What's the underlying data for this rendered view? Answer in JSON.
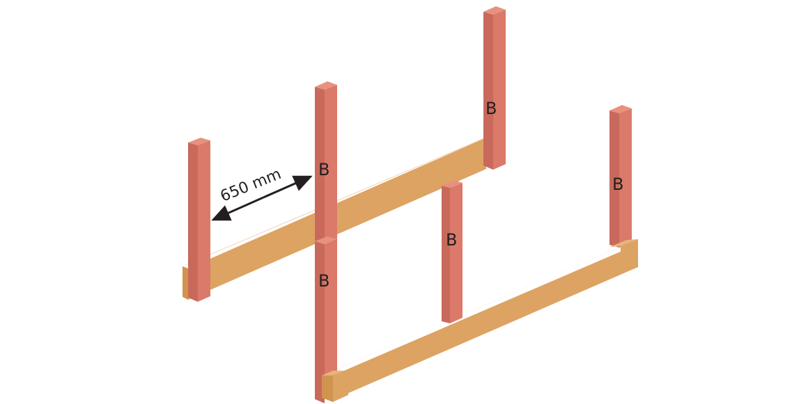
{
  "diagram": {
    "type": "isometric-framing-illustration",
    "colors": {
      "post_front": "#db7a6a",
      "post_side": "#c9695b",
      "post_top": "#e8917f",
      "beam_front": "#dda363",
      "beam_top": "#e6b47a",
      "beam_end": "#d0944f",
      "arrow": "#231f20",
      "text": "#231f20"
    },
    "dimension": {
      "label": "650 mm"
    },
    "posts": [
      {
        "id": "left-back",
        "label": ""
      },
      {
        "id": "middle-back",
        "label": "B"
      },
      {
        "id": "right-back",
        "label": "B"
      },
      {
        "id": "front-left",
        "label": "B"
      },
      {
        "id": "front-middle",
        "label": "B"
      },
      {
        "id": "front-right",
        "label": "B"
      }
    ],
    "beams": [
      {
        "id": "back-beam"
      },
      {
        "id": "front-beam"
      }
    ]
  }
}
